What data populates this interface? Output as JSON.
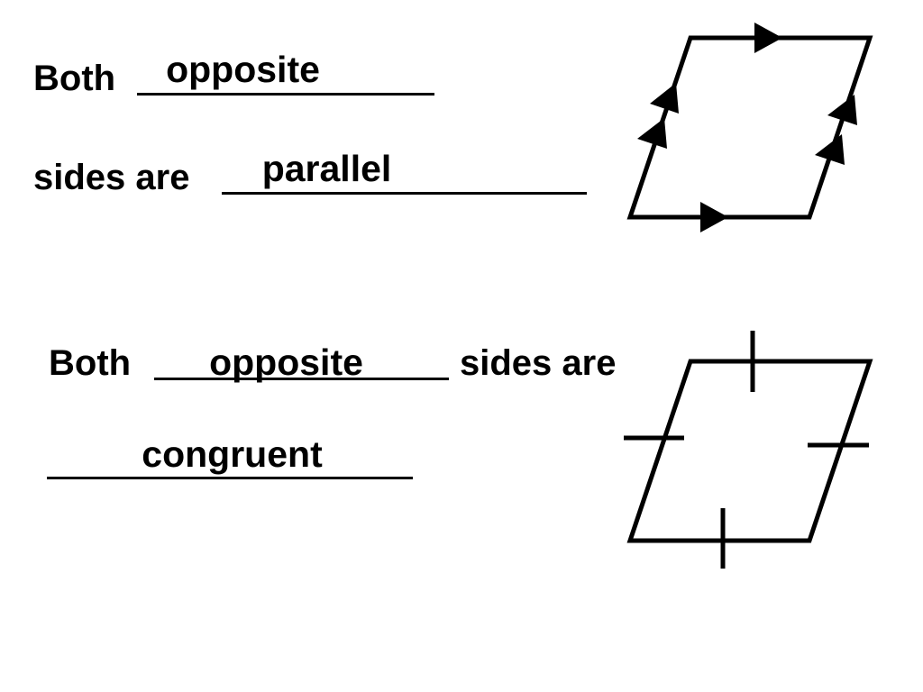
{
  "block1": {
    "line1_prefix": "Both",
    "answer1": "opposite",
    "line2_prefix": "sides are",
    "answer2": "parallel"
  },
  "block2": {
    "line1_prefix": "Both",
    "answer1": "opposite",
    "line1_suffix": "sides are",
    "answer2": "congruent"
  },
  "figures": {
    "top": {
      "shape": "parallelogram",
      "marks": "parallel-arrows",
      "single_arrow_sides": "top and bottom",
      "double_arrow_sides": "left and right"
    },
    "bottom": {
      "shape": "parallelogram",
      "marks": "congruence-tick-marks"
    }
  },
  "colors": {
    "ink": "#000000",
    "background": "#ffffff"
  }
}
